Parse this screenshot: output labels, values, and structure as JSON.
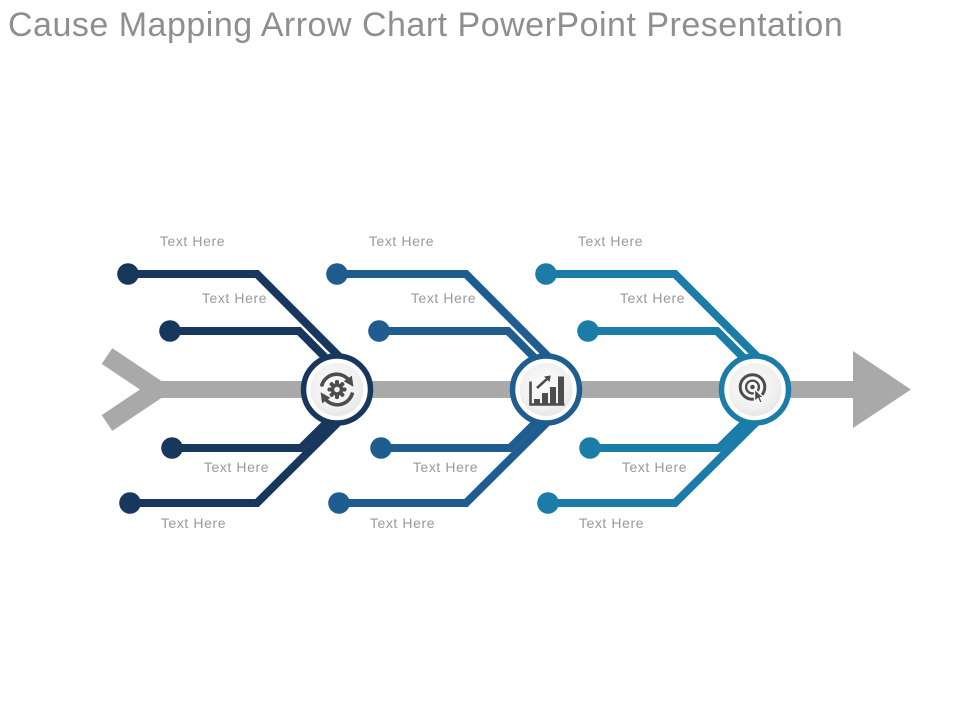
{
  "slide": {
    "title": "Cause Mapping Arrow Chart PowerPoint Presentation",
    "title_color": "#8f8f8f",
    "background": "#ffffff"
  },
  "arrow": {
    "color": "#a9a9a9",
    "direction": "right"
  },
  "labels": {
    "color": "#9a9a9a"
  },
  "icons": {
    "color": "#4d4d4d"
  },
  "sections": [
    {
      "name": "stage-1",
      "color": "#17375d",
      "icon": "sync-gear-icon",
      "branches": [
        {
          "position": "top-outer",
          "label": "Text Here"
        },
        {
          "position": "top-inner",
          "label": "Text Here"
        },
        {
          "position": "bottom-inner",
          "label": "Text Here"
        },
        {
          "position": "bottom-outer",
          "label": "Text Here"
        }
      ]
    },
    {
      "name": "stage-2",
      "color": "#1f5c90",
      "icon": "growth-bar-chart-icon",
      "branches": [
        {
          "position": "top-outer",
          "label": "Text Here"
        },
        {
          "position": "top-inner",
          "label": "Text Here"
        },
        {
          "position": "bottom-inner",
          "label": "Text Here"
        },
        {
          "position": "bottom-outer",
          "label": "Text Here"
        }
      ]
    },
    {
      "name": "stage-3",
      "color": "#1c7ca8",
      "icon": "target-cursor-icon",
      "branches": [
        {
          "position": "top-outer",
          "label": "Text Here"
        },
        {
          "position": "top-inner",
          "label": "Text Here"
        },
        {
          "position": "bottom-inner",
          "label": "Text Here"
        },
        {
          "position": "bottom-outer",
          "label": "Text Here"
        }
      ]
    }
  ]
}
